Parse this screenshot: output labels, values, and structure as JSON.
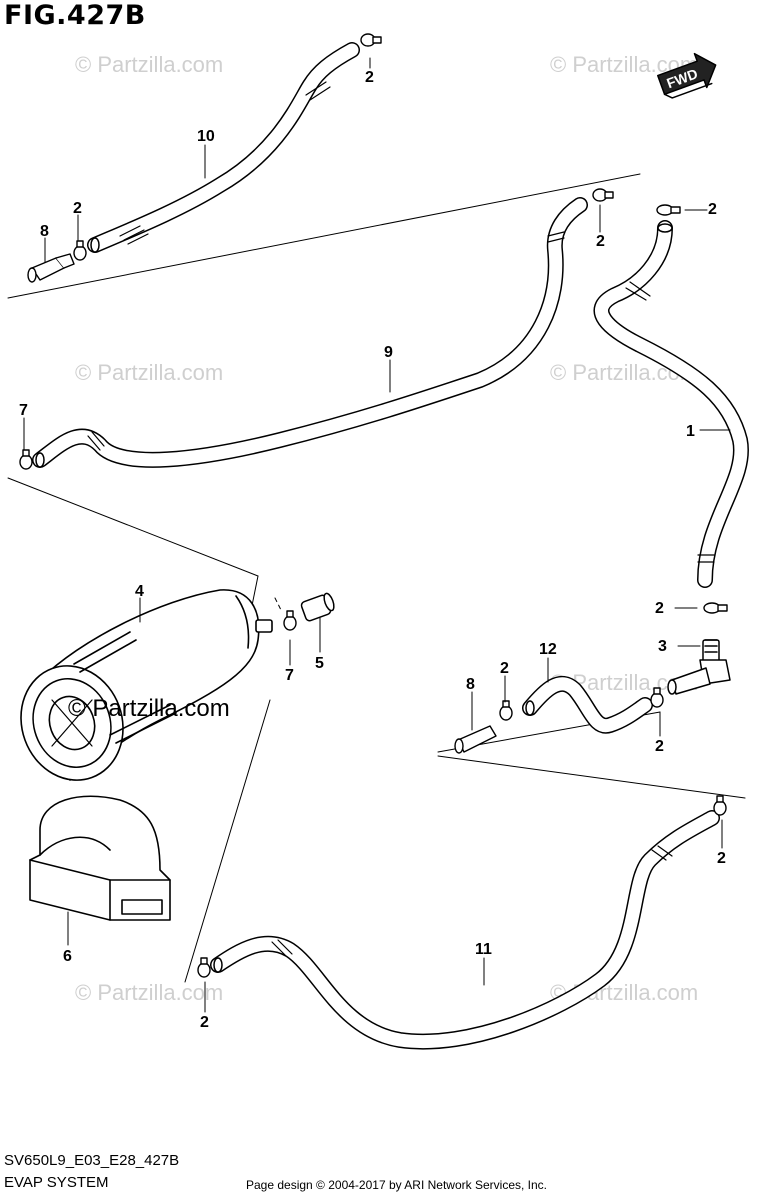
{
  "figure": {
    "title": "FIG.427B",
    "code": "SV650L9_E03_E28_427B",
    "system_name": "EVAP SYSTEM",
    "copyright": "Page design © 2004-2017 by ARI Network Services, Inc."
  },
  "fwd_label": "FWD",
  "watermark": {
    "text": "© Partzilla.com",
    "main_text": "© Partzilla.com"
  },
  "callouts": {
    "c10": "10",
    "c2_top": "2",
    "c2_left": "2",
    "c8_top": "8",
    "c2_mid": "2",
    "c2_right_top": "2",
    "c9": "9",
    "c7_left": "7",
    "c1": "1",
    "c4": "4",
    "c7_mid": "7",
    "c5": "5",
    "c2_union": "2",
    "c3": "3",
    "c12": "12",
    "c2_12": "2",
    "c8_low": "8",
    "c2_elbow": "2",
    "c2_right_low": "2",
    "c6": "6",
    "c11": "11",
    "c2_bottom": "2"
  },
  "colors": {
    "line": "#000000",
    "watermark": "#cfcfcf"
  }
}
